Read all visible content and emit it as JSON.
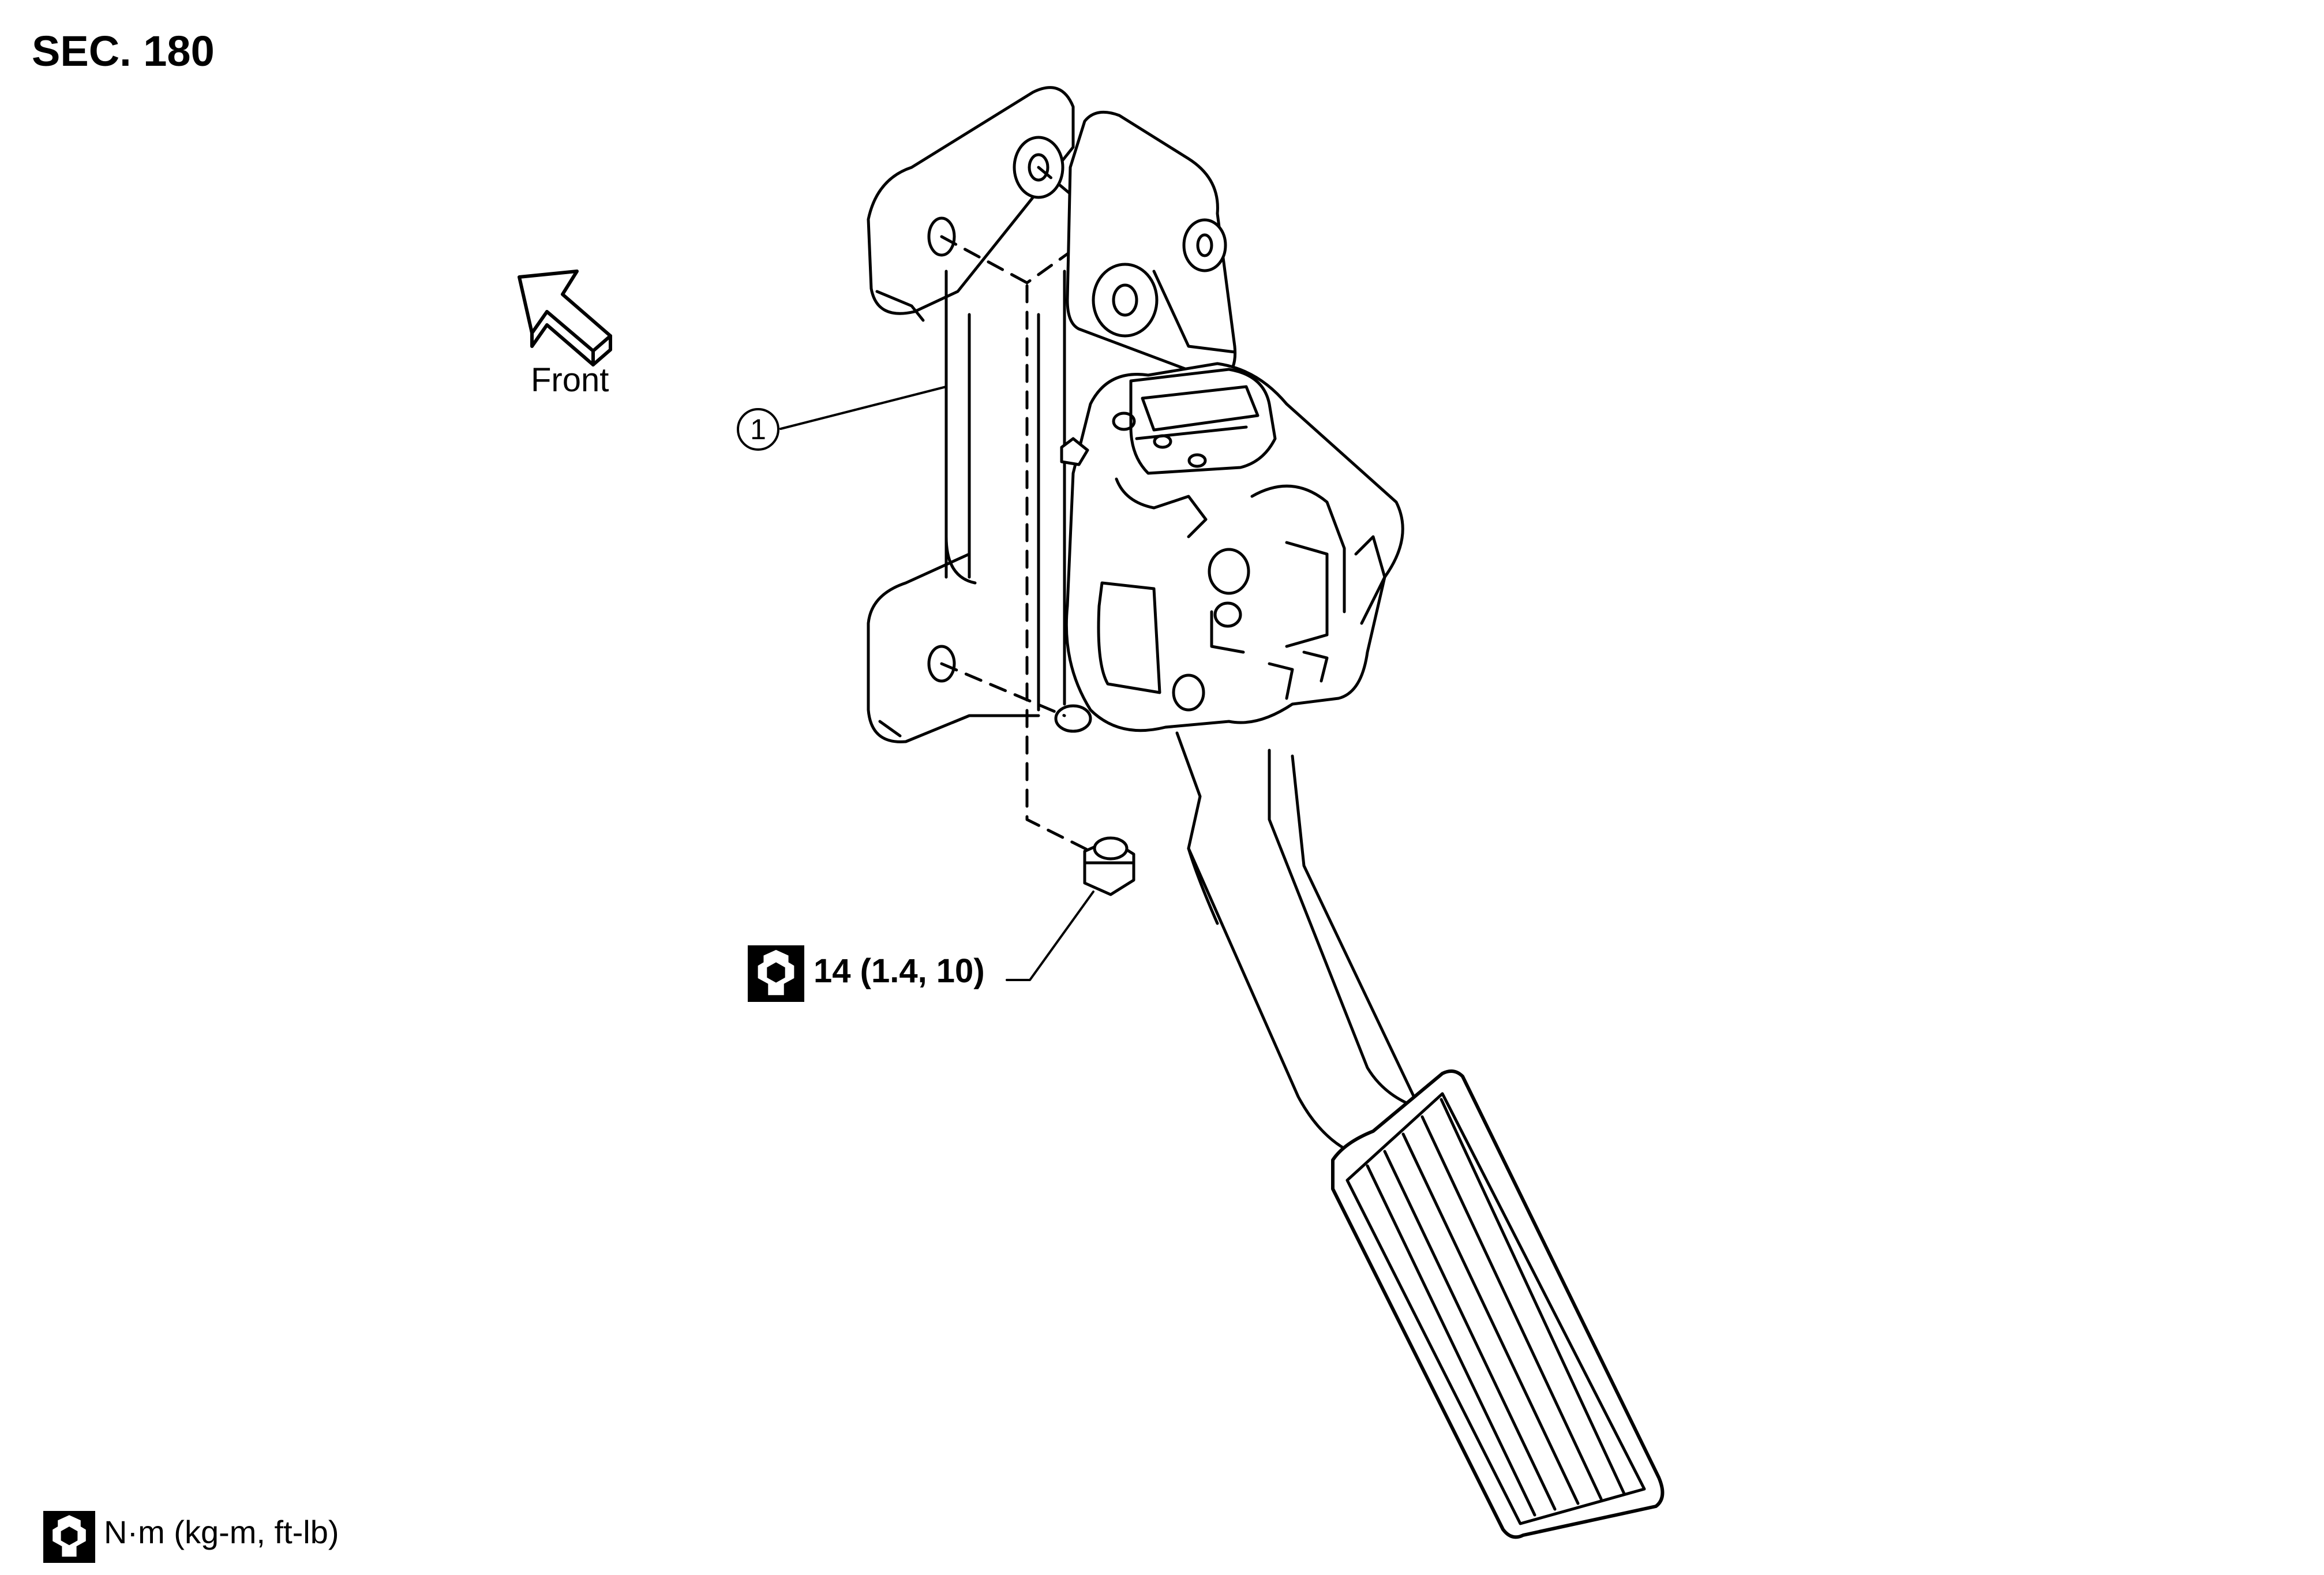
{
  "section": "SEC. 180",
  "direction_label": "Front",
  "callout": "1",
  "torque_spec": "14 (1.4, 10)",
  "torque_unit": "N·m (kg-m, ft-lb)",
  "icons": {
    "torque": "wrench-hex-icon",
    "direction": "front-arrow-icon"
  }
}
